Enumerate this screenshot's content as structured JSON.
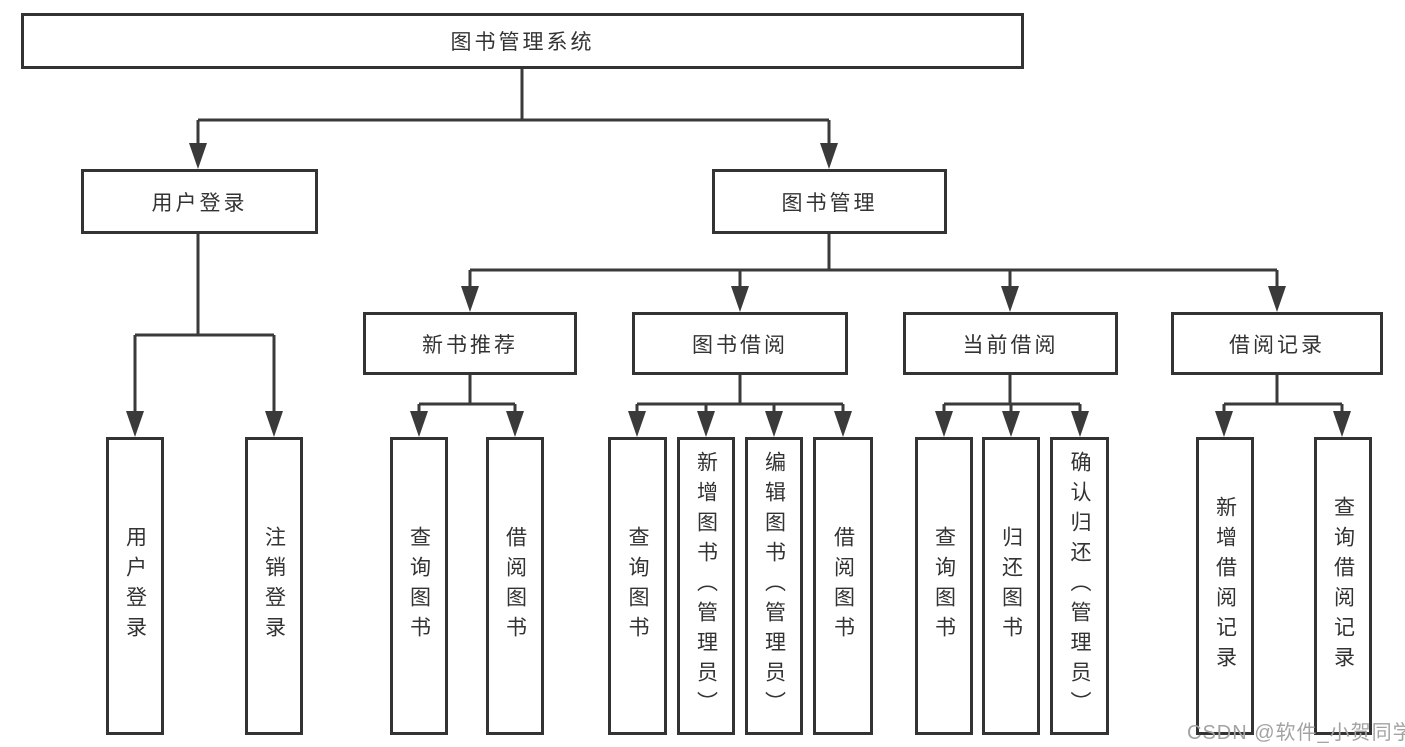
{
  "diagram": {
    "root": {
      "label": "图书管理系统"
    },
    "branches": [
      {
        "label": "用户登录",
        "children": [
          {
            "label": "用户登录"
          },
          {
            "label": "注销登录"
          }
        ]
      },
      {
        "label": "图书管理",
        "children": [
          {
            "label": "新书推荐",
            "children": [
              {
                "label": "查询图书"
              },
              {
                "label": "借阅图书"
              }
            ]
          },
          {
            "label": "图书借阅",
            "children": [
              {
                "label": "查询图书"
              },
              {
                "label": "新增图书（管理员）"
              },
              {
                "label": "编辑图书（管理员）"
              },
              {
                "label": "借阅图书"
              }
            ]
          },
          {
            "label": "当前借阅",
            "children": [
              {
                "label": "查询图书"
              },
              {
                "label": "归还图书"
              },
              {
                "label": "确认归还（管理员）"
              }
            ]
          },
          {
            "label": "借阅记录",
            "children": [
              {
                "label": "新增借阅记录"
              },
              {
                "label": "查询借阅记录"
              }
            ]
          }
        ]
      }
    ],
    "watermark": "CSDN @软件_小贺同学",
    "colors": {
      "line": "#3a3a3a",
      "border": "#333333",
      "text": "#333333",
      "watermark": "#a3a3a3",
      "background": "#ffffff"
    }
  }
}
